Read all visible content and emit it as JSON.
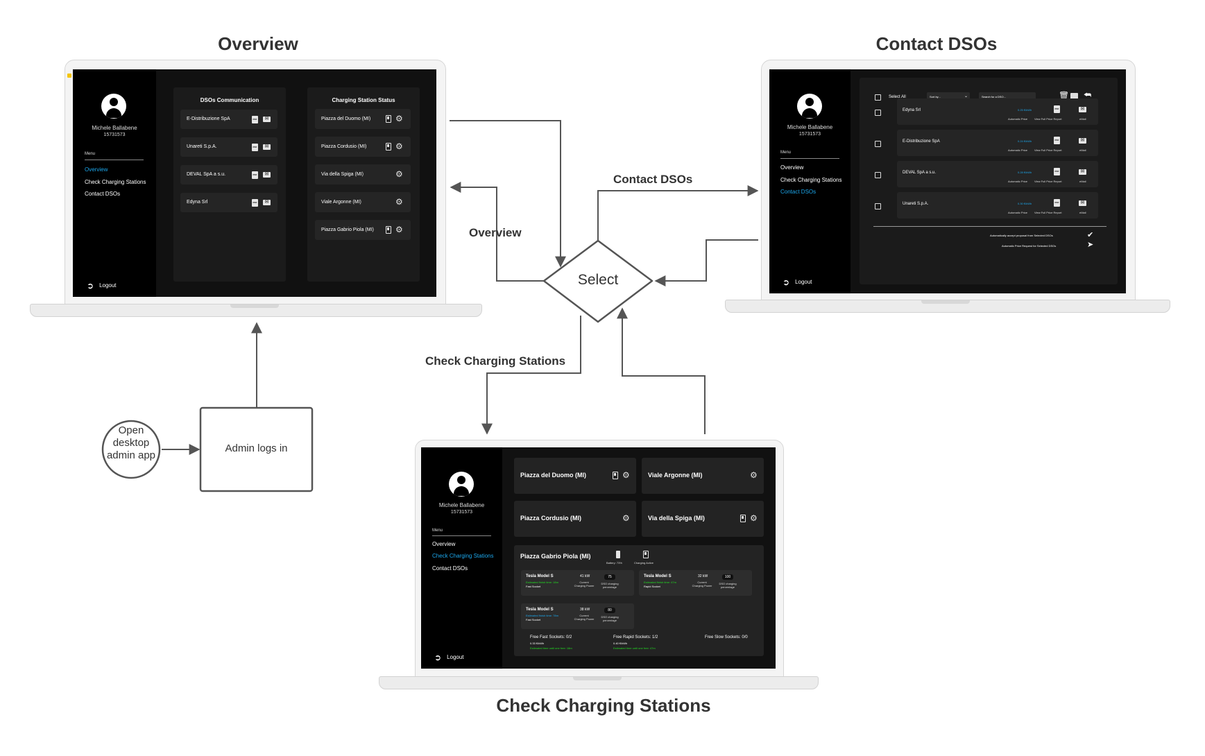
{
  "titles": {
    "overview": "Overview",
    "contact": "Contact DSOs",
    "check": "Check Charging Stations"
  },
  "flow": {
    "start_node": "Open desktop admin app",
    "login_node": "Admin logs in",
    "decision_node": "Select",
    "edge_overview": "Overview",
    "edge_contact": "Contact DSOs",
    "edge_check": "Check Charging Stations"
  },
  "user": {
    "name": "Michele Ballabene",
    "id": "15731573"
  },
  "menu": {
    "label": "Menu",
    "items": [
      "Overview",
      "Check Charging Stations",
      "Contact DSOs"
    ],
    "logout": "Logout"
  },
  "overview_screen": {
    "dso_title": "DSOs Communication",
    "dsos": [
      "E-Distribuzione SpA",
      "Unareti S.p.A.",
      "DEVAL SpA a s.u.",
      "Edyna Srl"
    ],
    "stations_title": "Charging Station Status",
    "stations": [
      "Piazza del Duomo (MI)",
      "Piazza Cordusio (MI)",
      "Via della Spiga (MI)",
      "Viale Argonne (MI)",
      "Piazza Gabrio Piola (MI)"
    ]
  },
  "contact_screen": {
    "select_all": "Select All",
    "sort_placeholder": "Sort by...",
    "search_placeholder": "Search for a DSO...",
    "rows": [
      {
        "name": "Edyna Srl",
        "price": "0.25 €/kWh"
      },
      {
        "name": "E-Distribuzione SpA",
        "price": "0.24 €/kWh"
      },
      {
        "name": "DEVAL SpA a s.u.",
        "price": "0.28 €/kWh"
      },
      {
        "name": "Unareti S.p.A.",
        "price": "0.30 €/kWh"
      }
    ],
    "col_price": "Automatic Price",
    "col_report": "View Full Price Report",
    "col_mail": "eMail",
    "auto_accept": "Automatically accept proposal from Selected DSOs",
    "auto_request": "Automatic Price Request for Selected DSOs"
  },
  "check_screen": {
    "stations": [
      "Piazza del Duomo (MI)",
      "Viale Argonne (MI)",
      "Piazza Cordusio (MI)",
      "Via della Spiga (MI)"
    ],
    "detail": {
      "name": "Piazza Gabrio Piola (MI)",
      "battery": "Battery: 73%",
      "charging": "Charging Active",
      "power_label": "Current Charging Power",
      "dso_label": "DSO charging percentage",
      "cars": [
        {
          "model": "Tesla Model S",
          "eta": "Estimated finish time: 18m",
          "socket": "Fast Socket",
          "power": "41 kW",
          "pct": "75"
        },
        {
          "model": "Tesla Model S",
          "eta": "Estimated finish time: 47m",
          "socket": "Rapid Socket",
          "power": "32 kW",
          "pct": "100"
        },
        {
          "model": "Tesla Model S",
          "eta": "Estimated finish time: 78m",
          "socket": "Fast Socket",
          "power": "38 kW",
          "pct": "80"
        }
      ],
      "free_fast": "Free Fast Sockets: 0/2",
      "fast_price": "0.33 €/kWh",
      "fast_wait": "Estimated time until one free: 18m",
      "free_rapid": "Free Rapid Sockets: 1/2",
      "rapid_price": "0.40 €/kWh",
      "rapid_wait": "Estimated time until one free: 47m",
      "free_slow": "Free Slow Sockets: 0/0"
    }
  }
}
